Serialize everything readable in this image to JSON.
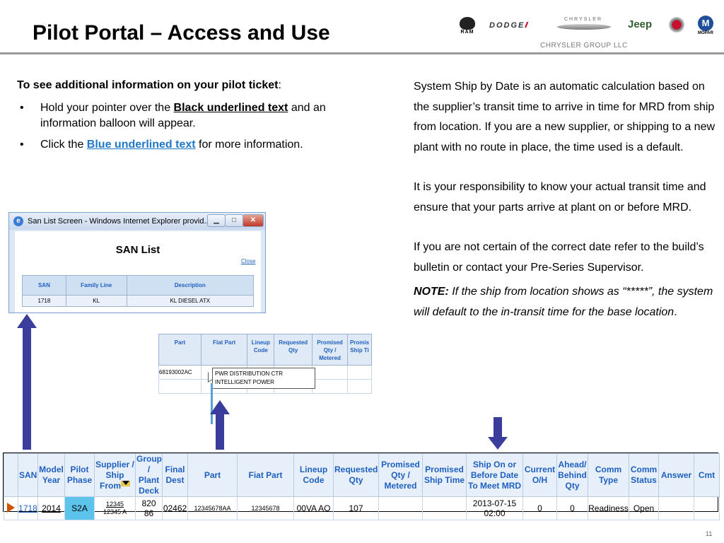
{
  "slide": {
    "title": "Pilot Portal – Access and Use",
    "company": "CHRYSLER GROUP LLC",
    "page_number": "11"
  },
  "logos": {
    "ram": "RAM",
    "dodge": "DODGE",
    "chrysler": "CHRYSLER",
    "jeep": "Jeep",
    "mopar": "MOPAR"
  },
  "left": {
    "lead_bold": "To see additional information on your pilot ticket",
    "lead_suffix": ":",
    "bullet1_prefix": "Hold your pointer over the ",
    "bullet1_emph": "Black underlined text",
    "bullet1_suffix": " and an information balloon will appear.",
    "bullet2_prefix": "Click the ",
    "bullet2_emph": "Blue underlined text",
    "bullet2_suffix": " for more information."
  },
  "right": {
    "p1": "System Ship by Date is an automatic calculation based on the supplier’s transit time to arrive in time for MRD from ship from location.  If you are a new supplier, or shipping to a new plant with no route in place, the time used is a default.",
    "p2": "It is your responsibility to know your actual transit time and ensure that your parts arrive at plant on or before MRD.",
    "p3": "If you are not certain of the correct date refer to the build’s  bulletin or contact your Pre-Series Supervisor.",
    "note_label": "NOTE:",
    "note_text": " If the ship from location shows as “*****”, the system will default to the in-transit time for the base location",
    "note_end": "."
  },
  "ie_window": {
    "title": "San List Screen - Windows Internet Explorer provid...",
    "heading": "SAN List",
    "close_link": "Close",
    "columns": [
      "SAN",
      "Family Line",
      "Description"
    ],
    "row": [
      "1718",
      "KL",
      "KL DIESEL ATX"
    ]
  },
  "tooltip_shot": {
    "columns": [
      "Part",
      "Fiat Part",
      "Lineup Code",
      "Requested Qty",
      "Promised Qty / Metered",
      "Promis Ship Ti"
    ],
    "part_value": "68193002AC",
    "balloon_line1": "PWR DISTRIBUTION CTR",
    "balloon_line2": "INTELLIGENT POWER"
  },
  "grid": {
    "headers": [
      "",
      "SAN",
      "Model Year",
      "Pilot Phase",
      "Supplier / Ship From",
      "Group / Plant Deck",
      "Final Dest",
      "Part",
      "Fiat Part",
      "Lineup Code",
      "Requested Qty",
      "Promised Qty / Metered",
      "Promised Ship Time",
      "Ship On or Before Date To Meet MRD",
      "Current O/H",
      "Ahead/ Behind Qty",
      "Comm Type",
      "Comm Status",
      "Answer",
      "Cmt"
    ],
    "row": {
      "san": "1718",
      "model_year": "2014",
      "pilot_phase": "S2A",
      "supplier_top": "12345",
      "supplier_bottom": "12345 A",
      "group_top": "820",
      "group_bottom": "86",
      "final_dest": "02462",
      "part": "12345678AA",
      "fiat_part": "12345678",
      "lineup_code": "00VA AO",
      "requested_qty": "107",
      "promised_qty": "",
      "promised_ship_time": "",
      "ship_date": "2013-07-15",
      "ship_time": "02:00",
      "current_oh": "0",
      "ahead_behind": "0",
      "comm_type": "Readiness",
      "comm_status": "Open",
      "answer": "",
      "cmt": ""
    }
  },
  "colors": {
    "arrow": "#3b3d9c",
    "header_text": "#1f5fbf",
    "phase_highlight": "#5cc3ea",
    "row_marker": "#d35400"
  }
}
